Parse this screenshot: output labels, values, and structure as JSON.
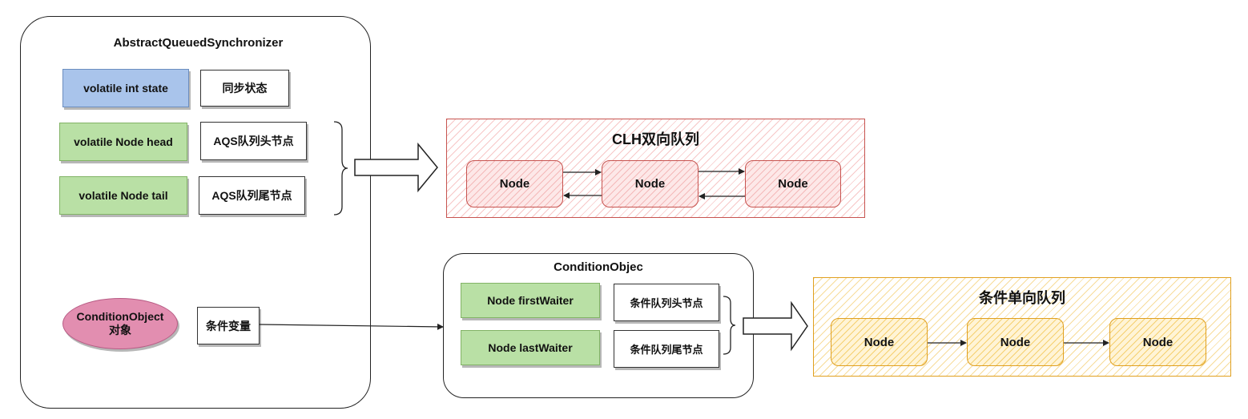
{
  "aqs": {
    "title": "AbstractQueuedSynchronizer",
    "state_field": "volatile int state",
    "state_desc": "同步状态",
    "head_field": "volatile Node head",
    "head_desc": "AQS队列头节点",
    "tail_field": "volatile Node tail",
    "tail_desc": "AQS队列尾节点",
    "condition_obj": "ConditionObject对象",
    "condition_desc": "条件变量"
  },
  "clh": {
    "title": "CLH双向队列",
    "nodes": [
      "Node",
      "Node",
      "Node"
    ]
  },
  "condition_object": {
    "title": "ConditionObjec",
    "first_field": "Node firstWaiter",
    "first_desc": "条件队列头节点",
    "last_field": "Node lastWaiter",
    "last_desc": "条件队列尾节点"
  },
  "condition_queue": {
    "title": "条件单向队列",
    "nodes": [
      "Node",
      "Node",
      "Node"
    ]
  },
  "colors": {
    "blue_field": "#a9c4eb",
    "green_field": "#b9e0a5",
    "clh_red": "#c75450",
    "condition_orange": "#e0a020",
    "ellipse_pink": "#e28eb0"
  }
}
